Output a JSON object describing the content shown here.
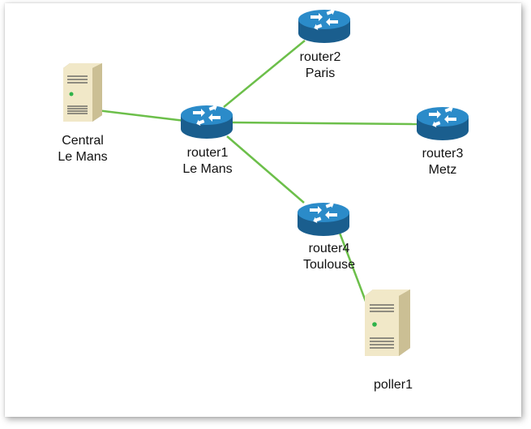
{
  "colors": {
    "link": "#6cbf4a",
    "router_top": "#2b8bc9",
    "router_side": "#1a5e8e",
    "server_body": "#f1e8c8",
    "server_shade": "#cbbf94"
  },
  "nodes": {
    "central": {
      "icon": "server-icon",
      "line1": "Central",
      "line2": "Le Mans"
    },
    "router1": {
      "icon": "router-icon",
      "line1": "router1",
      "line2": "Le Mans"
    },
    "router2": {
      "icon": "router-icon",
      "line1": "router2",
      "line2": "Paris"
    },
    "router3": {
      "icon": "router-icon",
      "line1": "router3",
      "line2": "Metz"
    },
    "router4": {
      "icon": "router-icon",
      "line1": "router4",
      "line2": "Toulouse"
    },
    "poller1": {
      "icon": "server-icon",
      "line1": "poller1",
      "line2": ""
    }
  },
  "links": [
    {
      "from": "central",
      "to": "router1"
    },
    {
      "from": "router1",
      "to": "router2"
    },
    {
      "from": "router1",
      "to": "router3"
    },
    {
      "from": "router1",
      "to": "router4"
    },
    {
      "from": "router4",
      "to": "poller1"
    }
  ]
}
